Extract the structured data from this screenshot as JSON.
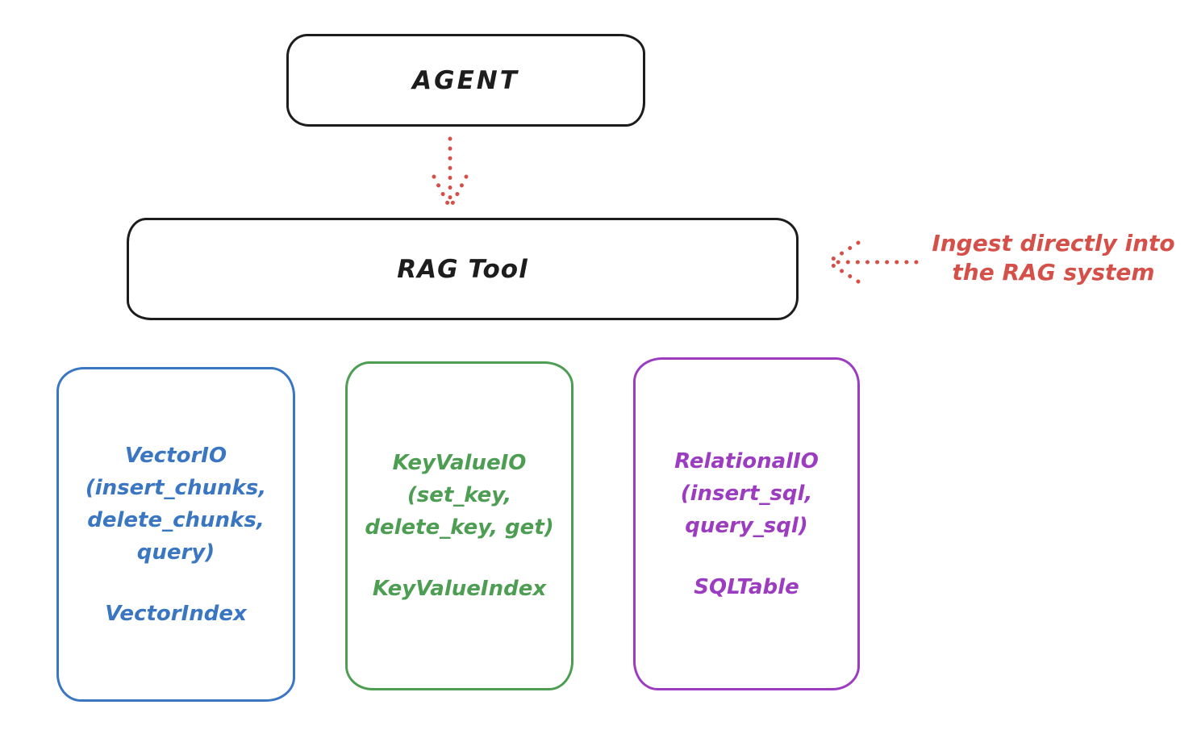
{
  "diagram": {
    "agent_box": {
      "label": "AGENT"
    },
    "rag_tool_box": {
      "label": "RAG Tool"
    },
    "annotation": {
      "line1": "Ingest directly into",
      "line2": "the RAG system"
    },
    "io_boxes": [
      {
        "title": "VectorIO",
        "args_line1": "(insert_chunks,",
        "args_line2": "delete_chunks,",
        "args_line3": "query)",
        "index_label": "VectorIndex",
        "color": "#3a76c2"
      },
      {
        "title": "KeyValueIO",
        "args_line1": "(set_key,",
        "args_line2": "delete_key, get)",
        "index_label": "KeyValueIndex",
        "color": "#4d9e53"
      },
      {
        "title": "RelationalIO",
        "args_line1": "(insert_sql,",
        "args_line2": "query_sql)",
        "index_label": "SQLTable",
        "color": "#9c3cc0"
      }
    ],
    "colors": {
      "ink": "#1d1d1d",
      "accent_red": "#d6504a",
      "vector_blue": "#3a76c2",
      "keyvalue_green": "#4d9e53",
      "relational_purple": "#9c3cc0",
      "background": "#ffffff"
    }
  }
}
